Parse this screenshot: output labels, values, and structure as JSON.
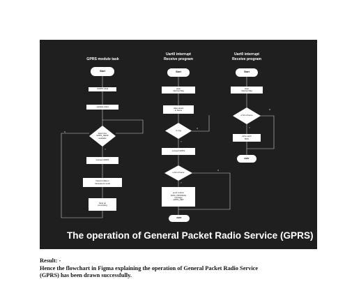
{
  "figure": {
    "background": "#1f1f1f",
    "caption": "The operation of General Packet Radio Service (GPRS)",
    "columns": [
      {
        "title": "GPRS module task"
      },
      {
        "title": "Uart0 interrupt\nReceive program"
      },
      {
        "title": "Uart0 interrupt\nReceive program"
      }
    ],
    "gprs_task": {
      "start": "Start",
      "uart_init": "UART0 initial",
      "var_init": "variable initial",
      "decision": "determine\nGPRS_SEND\navailable",
      "connect": "connect GPRS",
      "transmit": "transmit data in\ntransparent mode",
      "hangup": "hang up\nconnecting",
      "label_y": "Y",
      "label_n": "N"
    },
    "uart_receive_1": {
      "start": "Start",
      "clear_flag": "clear\ninterrupt flag",
      "data_saved": "data saved\nin frame",
      "decision": "Is ring",
      "connect": "connect GPRS",
      "decision2": "a full of frame",
      "send": "send modem\nDATA_PROCESS\nmessage\nGPRS_SEP",
      "over": "over",
      "label_y": "Y",
      "label_n": "N"
    },
    "uart_receive_2": {
      "start": "Start",
      "clear_flag": "clear\ninterrupt flag",
      "decision": "a full of frame",
      "write": "write uart0\nBUS",
      "over": "over",
      "label_y": "Y",
      "label_n": "N"
    }
  },
  "result": {
    "heading": "Result: -",
    "line1": "Hence the flowchart in Figma explaining the operation of General Packet Radio Service",
    "line2": "(GPRS) has been drawn successfully."
  }
}
